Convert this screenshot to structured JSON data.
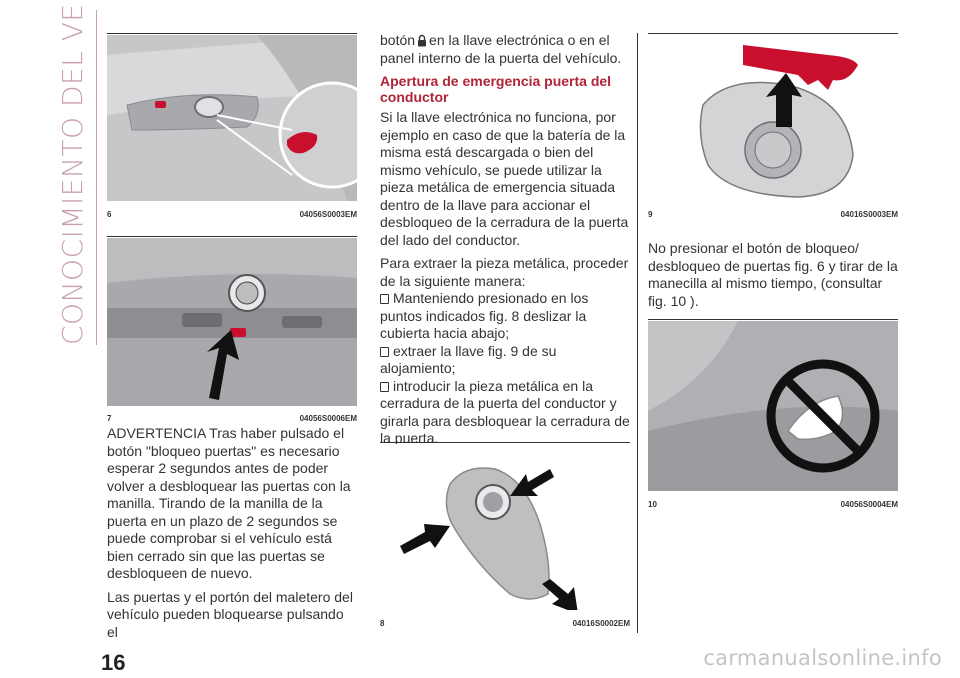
{
  "side_title": "CONOCIMIENTO DEL VEHÍCULO",
  "page_number": "16",
  "watermark": "carmanualsonline.info",
  "figures": [
    {
      "number": "6",
      "code": "04056S0003EM"
    },
    {
      "number": "7",
      "code": "04056S0006EM"
    },
    {
      "number": "8",
      "code": "04016S0002EM"
    },
    {
      "number": "9",
      "code": "04016S0003EM"
    },
    {
      "number": "10",
      "code": "04056S0004EM"
    }
  ],
  "col1": {
    "warning": "ADVERTENCIA Tras haber pulsado el botón \"bloqueo puertas\" es necesario esperar 2 segundos antes de poder volver a desbloquear las puertas con la manilla. Tirando de la manilla de la puerta en un plazo de 2 segundos se puede comprobar si el vehículo está bien cerrado sin que las puertas se desbloqueen de nuevo.",
    "para": "Las puertas y el portón del maletero del vehículo pueden bloquearse pulsando el"
  },
  "col2": {
    "cont_a": "botón",
    "cont_b": "en la llave electrónica o en el panel interno de la puerta del vehículo.",
    "heading": "Apertura de emergencia puerta del conductor",
    "p1": "Si la llave electrónica no funciona, por ejemplo en caso de que la batería de la misma está descargada o bien del mismo vehículo, se puede utilizar la pieza metálica de emergencia situada dentro de la llave para accionar el desbloqueo de la cerradura de la puerta del lado del conductor.",
    "p2": "Para extraer la pieza metálica, proceder de la siguiente manera:",
    "b1": "Manteniendo presionado en los puntos indicados fig. 8 deslizar la cubierta hacia abajo;",
    "b2": "extraer la llave fig. 9 de su alojamiento;",
    "b3": "introducir la pieza metálica en la cerradura de la puerta del conductor y girarla para desbloquear la cerradura de la puerta."
  },
  "col3": {
    "p1": "No presionar el botón de bloqueo/ desbloqueo de puertas fig. 6 y tirar de la manecilla al mismo tiempo, (consultar fig. 10 )."
  },
  "colors": {
    "accent": "#b0243a",
    "side_title": "#c9a2a9",
    "highlight_red": "#c8102e"
  }
}
